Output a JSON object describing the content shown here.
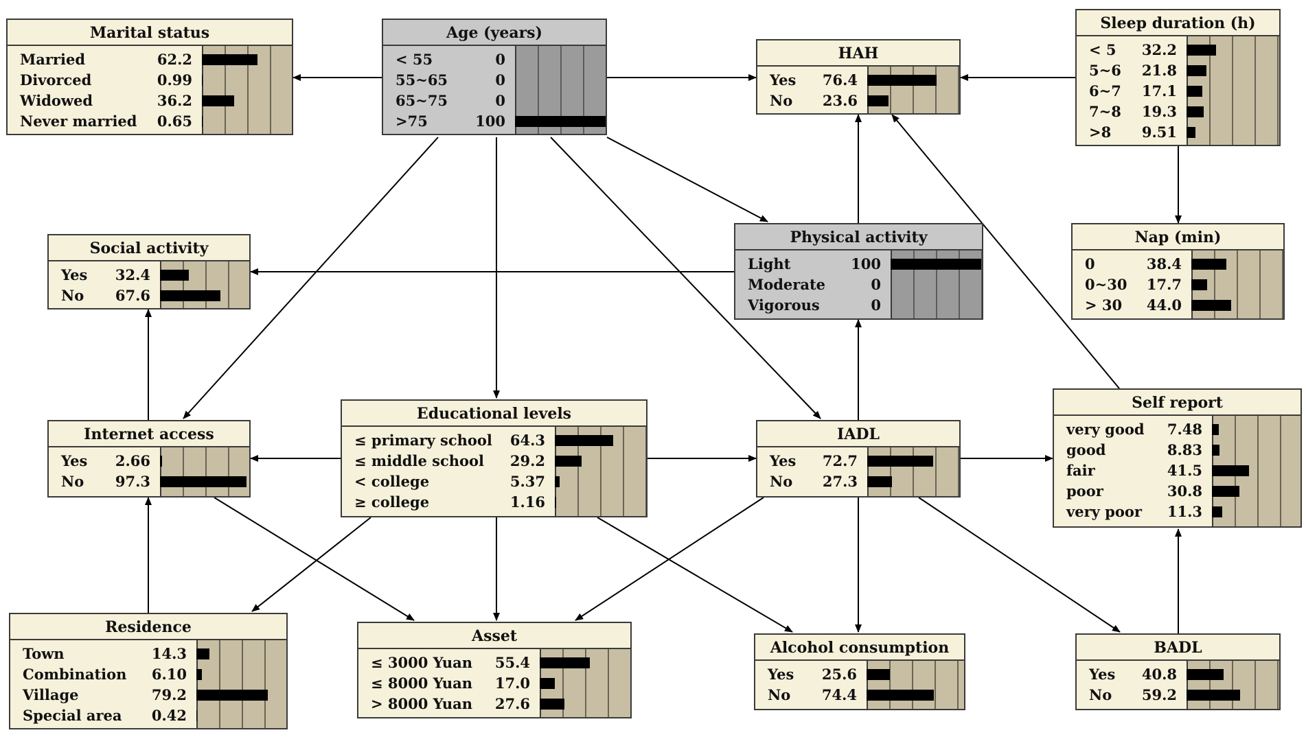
{
  "colors": {
    "node_background": "#f6f1da",
    "observed_node_background": "#c8c8c8",
    "bar_area": "#c7bea4",
    "bar": "#000000",
    "edge": "#000000"
  },
  "nodes": [
    {
      "id": "marital",
      "title": "Marital status",
      "states": [
        {
          "label": "Married",
          "value": "62.2"
        },
        {
          "label": "Divorced",
          "value": "0.99"
        },
        {
          "label": "Widowed",
          "value": "36.2"
        },
        {
          "label": "Never married",
          "value": "0.65"
        }
      ]
    },
    {
      "id": "age",
      "title": "Age (years)",
      "observed": true,
      "states": [
        {
          "label": "< 55",
          "value": "0"
        },
        {
          "label": "55~65",
          "value": "0"
        },
        {
          "label": "65~75",
          "value": "0"
        },
        {
          "label": ">75",
          "value": "100"
        }
      ]
    },
    {
      "id": "hah",
      "title": "HAH",
      "states": [
        {
          "label": "Yes",
          "value": "76.4"
        },
        {
          "label": "No",
          "value": "23.6"
        }
      ]
    },
    {
      "id": "sleep",
      "title": "Sleep duration (h)",
      "states": [
        {
          "label": "< 5",
          "value": "32.2"
        },
        {
          "label": "5~6",
          "value": "21.8"
        },
        {
          "label": "6~7",
          "value": "17.1"
        },
        {
          "label": "7~8",
          "value": "19.3"
        },
        {
          "label": ">8",
          "value": "9.51"
        }
      ]
    },
    {
      "id": "social",
      "title": "Social activity",
      "states": [
        {
          "label": "Yes",
          "value": "32.4"
        },
        {
          "label": "No",
          "value": "67.6"
        }
      ]
    },
    {
      "id": "physical",
      "title": "Physical activity",
      "observed": true,
      "states": [
        {
          "label": "Light",
          "value": "100"
        },
        {
          "label": "Moderate",
          "value": "0"
        },
        {
          "label": "Vigorous",
          "value": "0"
        }
      ]
    },
    {
      "id": "nap",
      "title": "Nap (min)",
      "states": [
        {
          "label": "0",
          "value": "38.4"
        },
        {
          "label": "0~30",
          "value": "17.7"
        },
        {
          "label": "> 30",
          "value": "44.0"
        }
      ]
    },
    {
      "id": "internet",
      "title": "Internet access",
      "states": [
        {
          "label": "Yes",
          "value": "2.66"
        },
        {
          "label": "No",
          "value": "97.3"
        }
      ]
    },
    {
      "id": "education",
      "title": "Educational levels",
      "states": [
        {
          "label": "≤ primary school",
          "value": "64.3"
        },
        {
          "label": "≤ middle school",
          "value": "29.2"
        },
        {
          "label": "< college",
          "value": "5.37"
        },
        {
          "label": "≥ college",
          "value": "1.16"
        }
      ]
    },
    {
      "id": "iadl",
      "title": "IADL",
      "states": [
        {
          "label": "Yes",
          "value": "72.7"
        },
        {
          "label": "No",
          "value": "27.3"
        }
      ]
    },
    {
      "id": "selfreport",
      "title": "Self report",
      "states": [
        {
          "label": "very good",
          "value": "7.48"
        },
        {
          "label": "good",
          "value": "8.83"
        },
        {
          "label": "fair",
          "value": "41.5"
        },
        {
          "label": "poor",
          "value": "30.8"
        },
        {
          "label": "very poor",
          "value": "11.3"
        }
      ]
    },
    {
      "id": "residence",
      "title": "Residence",
      "states": [
        {
          "label": "Town",
          "value": "14.3"
        },
        {
          "label": "Combination",
          "value": "6.10"
        },
        {
          "label": "Village",
          "value": "79.2"
        },
        {
          "label": "Special area",
          "value": "0.42"
        }
      ]
    },
    {
      "id": "asset",
      "title": "Asset",
      "states": [
        {
          "label": "≤ 3000 Yuan",
          "value": "55.4"
        },
        {
          "label": "≤ 8000 Yuan",
          "value": "17.0"
        },
        {
          "label": "> 8000 Yuan",
          "value": "27.6"
        }
      ]
    },
    {
      "id": "alcohol",
      "title": "Alcohol consumption",
      "states": [
        {
          "label": "Yes",
          "value": "25.6"
        },
        {
          "label": "No",
          "value": "74.4"
        }
      ]
    },
    {
      "id": "badl",
      "title": "BADL",
      "states": [
        {
          "label": "Yes",
          "value": "40.8"
        },
        {
          "label": "No",
          "value": "59.2"
        }
      ]
    }
  ],
  "edges": [
    {
      "from": "age",
      "to": "marital"
    },
    {
      "from": "age",
      "to": "hah"
    },
    {
      "from": "sleep",
      "to": "hah"
    },
    {
      "from": "sleep",
      "to": "nap"
    },
    {
      "from": "age",
      "to": "physical"
    },
    {
      "from": "age",
      "to": "internet"
    },
    {
      "from": "age",
      "to": "education"
    },
    {
      "from": "age",
      "to": "iadl"
    },
    {
      "from": "physical",
      "to": "social"
    },
    {
      "from": "physical",
      "to": "hah"
    },
    {
      "from": "internet",
      "to": "social"
    },
    {
      "from": "education",
      "to": "internet"
    },
    {
      "from": "education",
      "to": "iadl"
    },
    {
      "from": "iadl",
      "to": "physical"
    },
    {
      "from": "iadl",
      "to": "selfreport"
    },
    {
      "from": "selfreport",
      "to": "hah"
    },
    {
      "from": "residence",
      "to": "internet"
    },
    {
      "from": "internet",
      "to": "asset"
    },
    {
      "from": "education",
      "to": "residence"
    },
    {
      "from": "education",
      "to": "asset"
    },
    {
      "from": "education",
      "to": "alcohol"
    },
    {
      "from": "iadl",
      "to": "asset"
    },
    {
      "from": "iadl",
      "to": "alcohol"
    },
    {
      "from": "iadl",
      "to": "badl"
    },
    {
      "from": "badl",
      "to": "selfreport"
    }
  ]
}
